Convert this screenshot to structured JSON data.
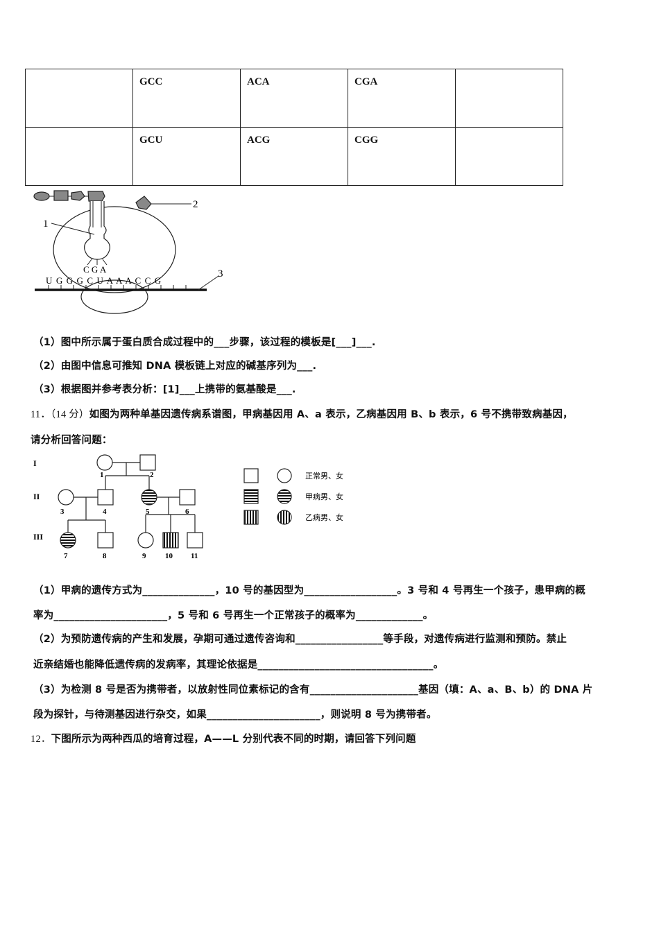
{
  "table": {
    "rows": [
      [
        "",
        "GCC",
        "ACA",
        "CGA",
        ""
      ],
      [
        "",
        "GCU",
        "ACG",
        "CGG",
        ""
      ]
    ]
  },
  "figure1": {
    "label_1": "1",
    "label_2": "2",
    "label_3": "3",
    "anticodon": "C G A",
    "mrna": "U G G G C U A A A C C G"
  },
  "q10": {
    "p1": "（1）图中所示属于蛋白质合成过程中的___步骤，该过程的模板是[___]___.",
    "p2": "（2）由图中信息可推知 DNA 模板链上对应的碱基序列为___.",
    "p3": "（3）根据图并参考表分析：[1]___上携带的氨基酸是___."
  },
  "q11": {
    "num": "11．（14 分）",
    "line1": "如图为两种单基因遗传病系谱图，甲病基因用 A、a 表示，乙病基因用 B、b 表示，6 号不携带致病基因，",
    "line2": "请分析回答问题：",
    "a1": "（1）甲病的遗传方式为______________，10 号的基因型为__________________。3 号和 4 号再生一个孩子，患甲病的概",
    "a2": "率为______________________，5 号和 6 号再生一个正常孩子的概率为_____________。",
    "b1": "（2）为预防遗传病的产生和发展，孕期可通过遗传咨询和_________________等手段，对遗传病进行监测和预防。禁止",
    "b2": "近亲结婚也能降低遗传病的发病率，其理论依据是__________________________________。",
    "c1": "（3）为检测 8 号是否为携带者，以放射性同位素标记的含有_____________________基因（填：A、a、B、b）的 DNA 片",
    "c2": "段为探针，与待测基因进行杂交，如果______________________，则说明 8 号为携带者。"
  },
  "pedigree": {
    "gen_I": "I",
    "gen_II": "II",
    "gen_III": "III",
    "ids": [
      "1",
      "2",
      "3",
      "4",
      "5",
      "6",
      "7",
      "8",
      "9",
      "10",
      "11"
    ],
    "legend_normal": "正常男、女",
    "legend_a": "甲病男、女",
    "legend_b": "乙病男、女"
  },
  "q12": {
    "num": "12．",
    "text": "下图所示为两种西瓜的培育过程，A——L 分别代表不同的时期，请回答下列问题"
  }
}
